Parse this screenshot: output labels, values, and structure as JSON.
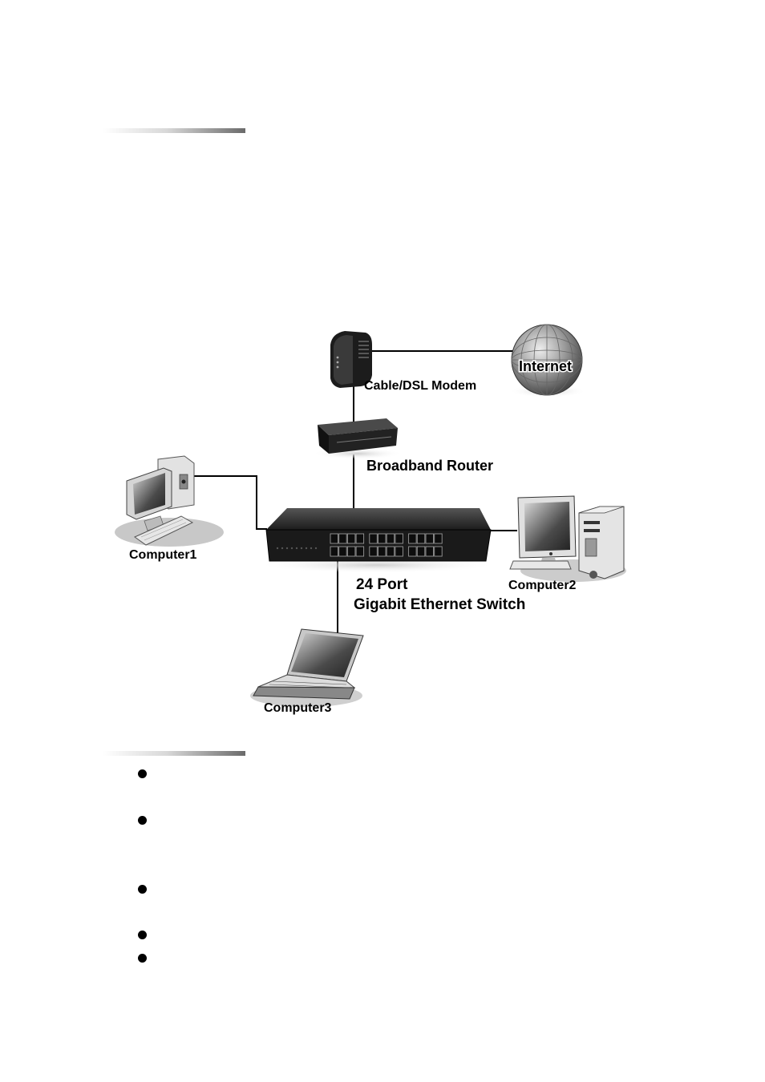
{
  "diagram": {
    "labels": {
      "internet": "Internet",
      "modem": "Cable/DSL Modem",
      "router": "Broadband Router",
      "computer1": "Computer1",
      "computer2": "Computer2",
      "computer3": "Computer3",
      "switch_line1": "24 Port",
      "switch_line2": "Gigabit Ethernet Switch"
    },
    "switch_port_count": 24
  },
  "bullet_list": {
    "count": 5
  }
}
